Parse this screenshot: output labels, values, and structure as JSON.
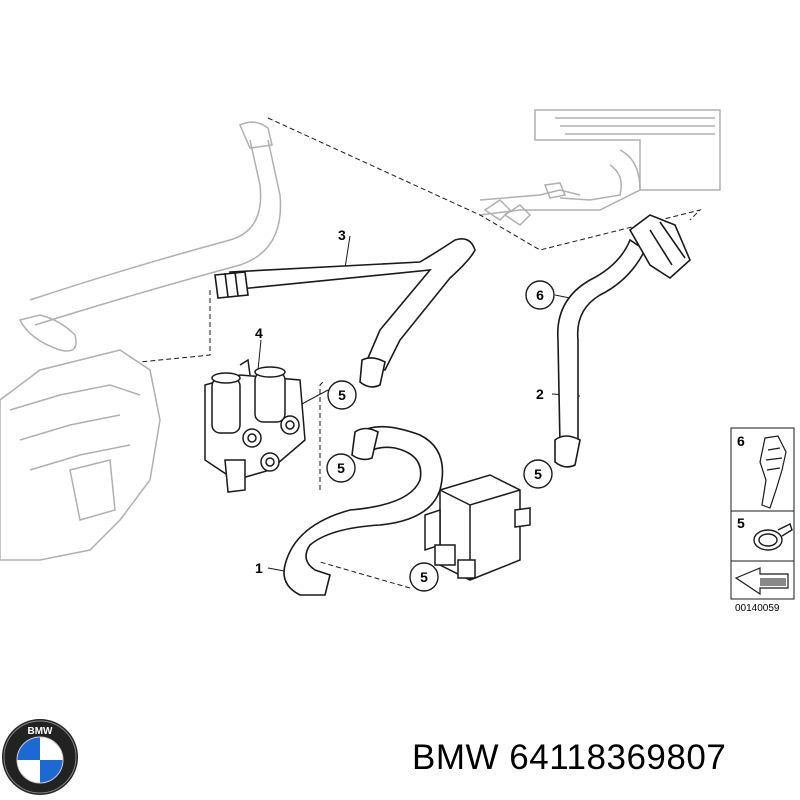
{
  "diagram": {
    "callouts": {
      "c1": "1",
      "c2": "2",
      "c3": "3",
      "c4": "4",
      "c5a": "5",
      "c5b": "5",
      "c5c": "5",
      "c5d": "5",
      "c6": "6"
    },
    "legend": {
      "item6": "6",
      "item5": "5",
      "ref_code": "00140059"
    }
  },
  "footer": {
    "brand_logo_text": "BMW",
    "part_text": "BMW 64118369807"
  },
  "colors": {
    "line": "#1a1a1a",
    "light_line": "#9a9a9a",
    "bmw_blue": "#1c69d4"
  }
}
